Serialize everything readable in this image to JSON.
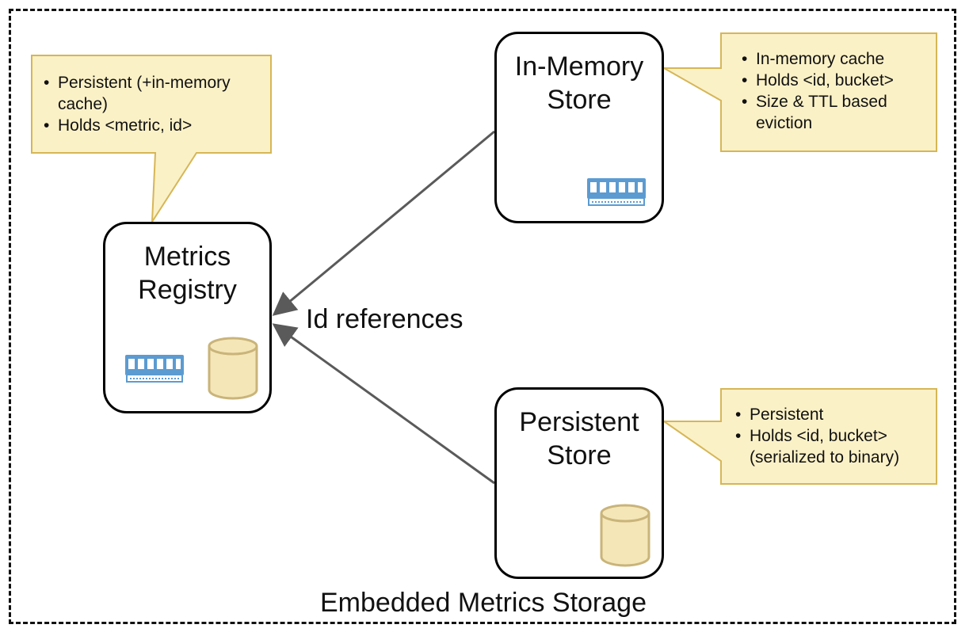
{
  "nodes": {
    "registry": {
      "title_line1": "Metrics",
      "title_line2": "Registry"
    },
    "inmemory": {
      "title_line1": "In-Memory",
      "title_line2": "Store"
    },
    "persistent": {
      "title_line1": "Persistent",
      "title_line2": "Store"
    }
  },
  "notes": {
    "registry": {
      "items": [
        "Persistent (+in-memory",
        "Holds <metric, id>"
      ],
      "continuation": "cache)"
    },
    "inmemory": {
      "items": [
        "In-memory cache",
        "Holds <id, bucket>",
        "Size & TTL based"
      ],
      "continuation": "eviction"
    },
    "persistent": {
      "items": [
        "Persistent",
        "Holds <id, bucket>"
      ],
      "continuation": "(serialized to binary)"
    }
  },
  "edges": {
    "label": "Id references"
  },
  "container": {
    "label": "Embedded Metrics Storage"
  },
  "icons": {
    "memory": "ram-module-icon",
    "storage": "database-cylinder-icon"
  },
  "colors": {
    "note_fill": "#fbf1c7",
    "note_border": "#d6b656",
    "arrow": "#5a5a5a",
    "ram": "#5c9bd1",
    "db_fill": "#f5e6b8",
    "db_stroke": "#c9b47a"
  }
}
